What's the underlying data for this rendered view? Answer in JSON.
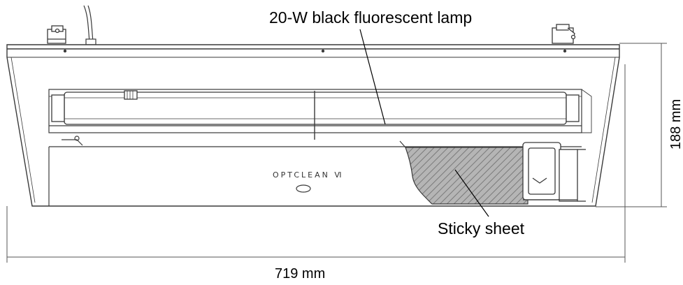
{
  "labels": {
    "lamp": "20-W black fluorescent lamp",
    "sheet": "Sticky sheet",
    "brand": "OPTCLEAN Ⅵ"
  },
  "dimensions": {
    "width": "719 mm",
    "height": "188 mm"
  },
  "colors": {
    "line": "#3a3a3a",
    "hatch": "#8a8a8a",
    "hatch_bg": "#b5b5b5"
  }
}
